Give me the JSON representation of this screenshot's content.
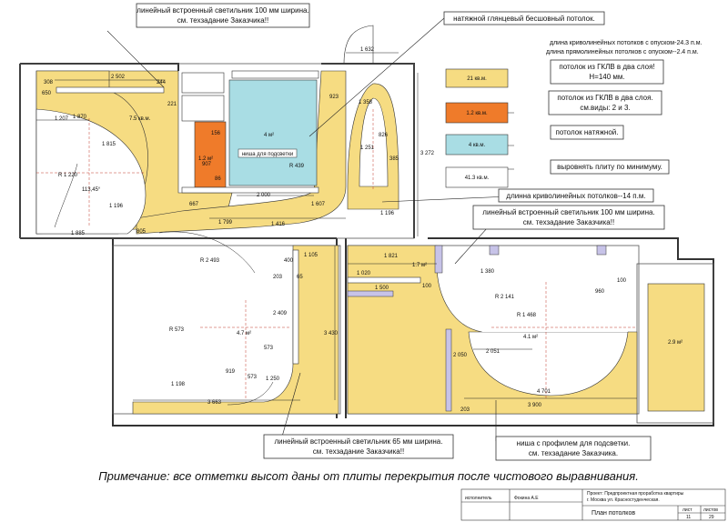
{
  "callouts": {
    "top_left": [
      "линейный встроенный светильник 100 мм ширина.",
      "см. техзадание Заказчика!!"
    ],
    "top_center": "натяжной глянцевый бесшовный потолок.",
    "right_mid": [
      "линейный встроенный светильник 100 мм ширина.",
      "см. техзадание Заказчика!!"
    ],
    "curve_length": "длинна криволинейных потолков--14 п.м.",
    "bottom_center": [
      "линейный встроенный светильник 65 мм ширина.",
      "см. техзадание Заказчика!!"
    ],
    "bottom_right": [
      "ниша с профилем для подсветки.",
      "см. техзадание Заказчика."
    ]
  },
  "legend": {
    "length_lines": [
      "длина криволинейных потолков с опуском-24.3 п.м.",
      "длина прямолинейных потолков с опуском--2.4 п.м."
    ],
    "items": [
      {
        "swatch_label": "21 кв.м.",
        "color": "#f6dc82",
        "text": [
          "потолок из ГКЛВ в два слоя!",
          "Н=140 мм."
        ]
      },
      {
        "swatch_label": "1.2 кв.м.",
        "color": "#ef7b2a",
        "text": [
          "потолок из ГКЛВ в два слоя.",
          "см.виды: 2 и 3."
        ]
      },
      {
        "swatch_label": "4 кв.м.",
        "color": "#a9dde4",
        "text": [
          "потолок натяжной."
        ]
      },
      {
        "swatch_label": "41.3 кв.м.",
        "color": "#ffffff",
        "text": [
          "выровнять плиту по минимуму."
        ]
      }
    ]
  },
  "plan": {
    "area_labels": [
      "7.5 кв.м.",
      "4 м²",
      "1.2 м²",
      "1.7 м²",
      "4.7 м²",
      "4.1 м²",
      "2.9 м²"
    ],
    "niche_label": "ниша для подсветки",
    "dims": [
      "2 502",
      "308",
      "650",
      "244",
      "221",
      "1 207",
      "1 870",
      "1 815",
      "R 1 220",
      "113,45°",
      "1 196",
      "1 885",
      "805",
      "667",
      "1 799",
      "2 000",
      "1 416",
      "1 607",
      "1 196",
      "R 439",
      "1 632",
      "923",
      "1 358",
      "826",
      "385",
      "1 251",
      "3 272",
      "156",
      "907",
      "86",
      "R 2 493",
      "1 105",
      "400",
      "203",
      "65",
      "2 409",
      "3 430",
      "R 573",
      "573",
      "919",
      "573",
      "1 198",
      "1 250",
      "3 663",
      "1 821",
      "1 020",
      "1 500",
      "100",
      "R 2 141",
      "R 1 468",
      "1 380",
      "960",
      "100",
      "2 051",
      "2 050",
      "4 701",
      "3 900",
      "203"
    ]
  },
  "note": "Примечание: все отметки высот даны от плиты перекрытия после чистового выравнивания.",
  "title_block": {
    "project": [
      "Проект: Предпроектная проработка квартиры",
      "г. Москва ул. Красностуденческая."
    ],
    "role": "исполнитель",
    "author": "Фокина А.Е",
    "sheet_title": "План потолков",
    "sheet_hdr": "лист",
    "sheets_hdr": "листов",
    "sheet_no": "11",
    "sheets_total": "29"
  }
}
